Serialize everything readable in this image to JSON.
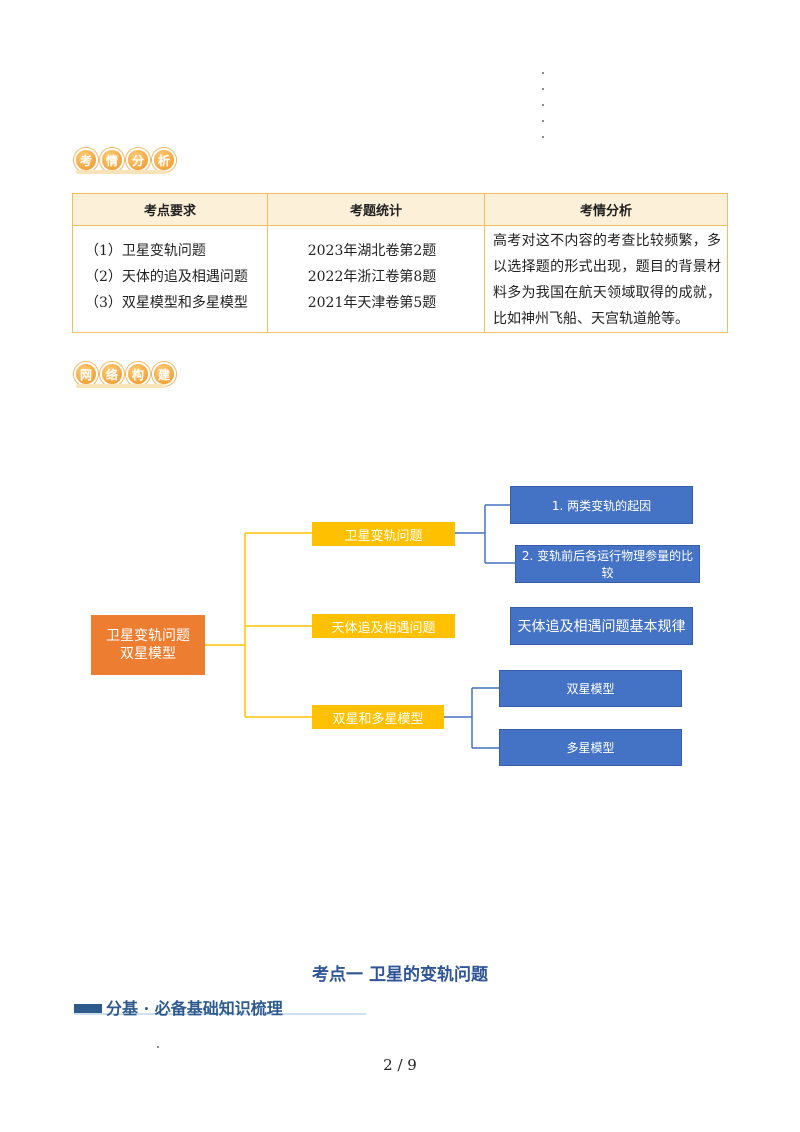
{
  "header1": {
    "chars": [
      "考",
      "情",
      "分",
      "析"
    ]
  },
  "table": {
    "headers": [
      "考点要求",
      "考题统计",
      "考情分析"
    ],
    "requirements": [
      "（1）卫星变轨问题",
      "（2）天体的追及相遇问题",
      "（3）双星模型和多星模型"
    ],
    "stats": [
      "2023年湖北卷第2题",
      "2022年浙江卷第8题",
      "2021年天津卷第5题"
    ],
    "analysis": "高考对这不内容的考查比较频繁，多以选择题的形式出现，题目的背景材料多为我国在航天领域取得的成就，比如神州飞船、天宫轨道舱等。"
  },
  "header2": {
    "chars": [
      "网",
      "络",
      "构",
      "建"
    ]
  },
  "mindmap": {
    "root": "卫星变轨问题  双星模型",
    "branches": [
      "卫星变轨问题",
      "天体追及相遇问题",
      "双星和多星模型"
    ],
    "leaves": [
      "1. 两类变轨的起因",
      "2. 变轨前后各运行物理参量的比较",
      "天体追及相遇问题基本规律",
      "双星模型",
      "多星模型"
    ]
  },
  "kaodian_title": "考点一  卫星的变轨问题",
  "sub_heading": "分基 · 必备基础知识梳理",
  "page_number": "2 / 9",
  "colors": {
    "root": "#ed7d31",
    "branch": "#ffc000",
    "leaf": "#4472c4",
    "table_border": "#f0c060",
    "title": "#2f5597"
  }
}
